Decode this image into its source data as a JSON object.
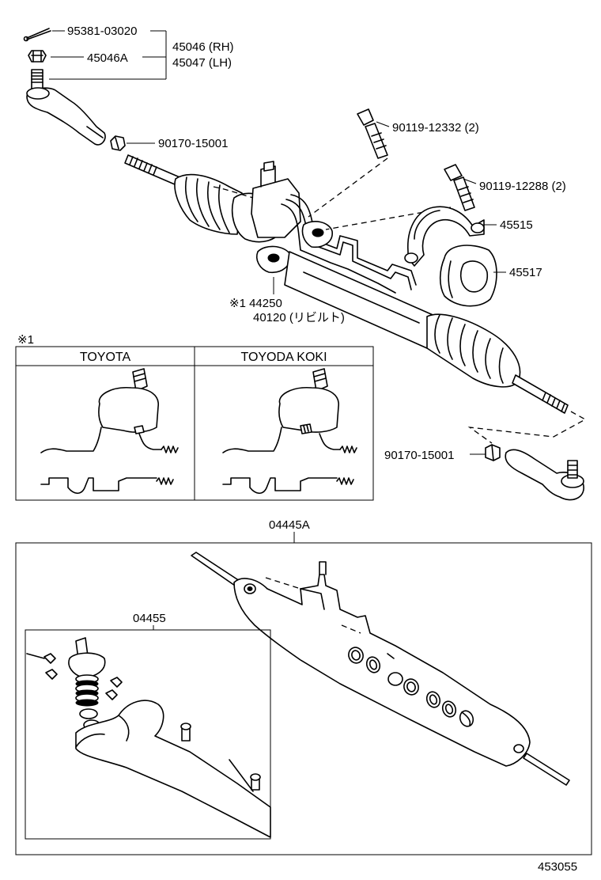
{
  "diagram": {
    "part_labels": {
      "cotter_pin": "95381-03020",
      "castle_nut": "45046A",
      "tie_rod_end_rh": "45046 (RH)",
      "tie_rod_end_lh": "45047 (LH)",
      "lock_nut_left": "90170-15001",
      "bolt_upper": "90119-12332 (2)",
      "bolt_lower": "90119-12288 (2)",
      "bracket": "45515",
      "bushing": "45517",
      "gear_assy_mark": "※1 44250",
      "gear_assy_rebuilt": "40120 (リビルト)",
      "lock_nut_right": "90170-15001",
      "gasket_kit": "04445A",
      "seal_kit": "04455"
    },
    "note_box": {
      "marker": "※1",
      "col_left": "TOYOTA",
      "col_right": "TOYODA KOKI"
    },
    "illustration_id": "453055"
  }
}
